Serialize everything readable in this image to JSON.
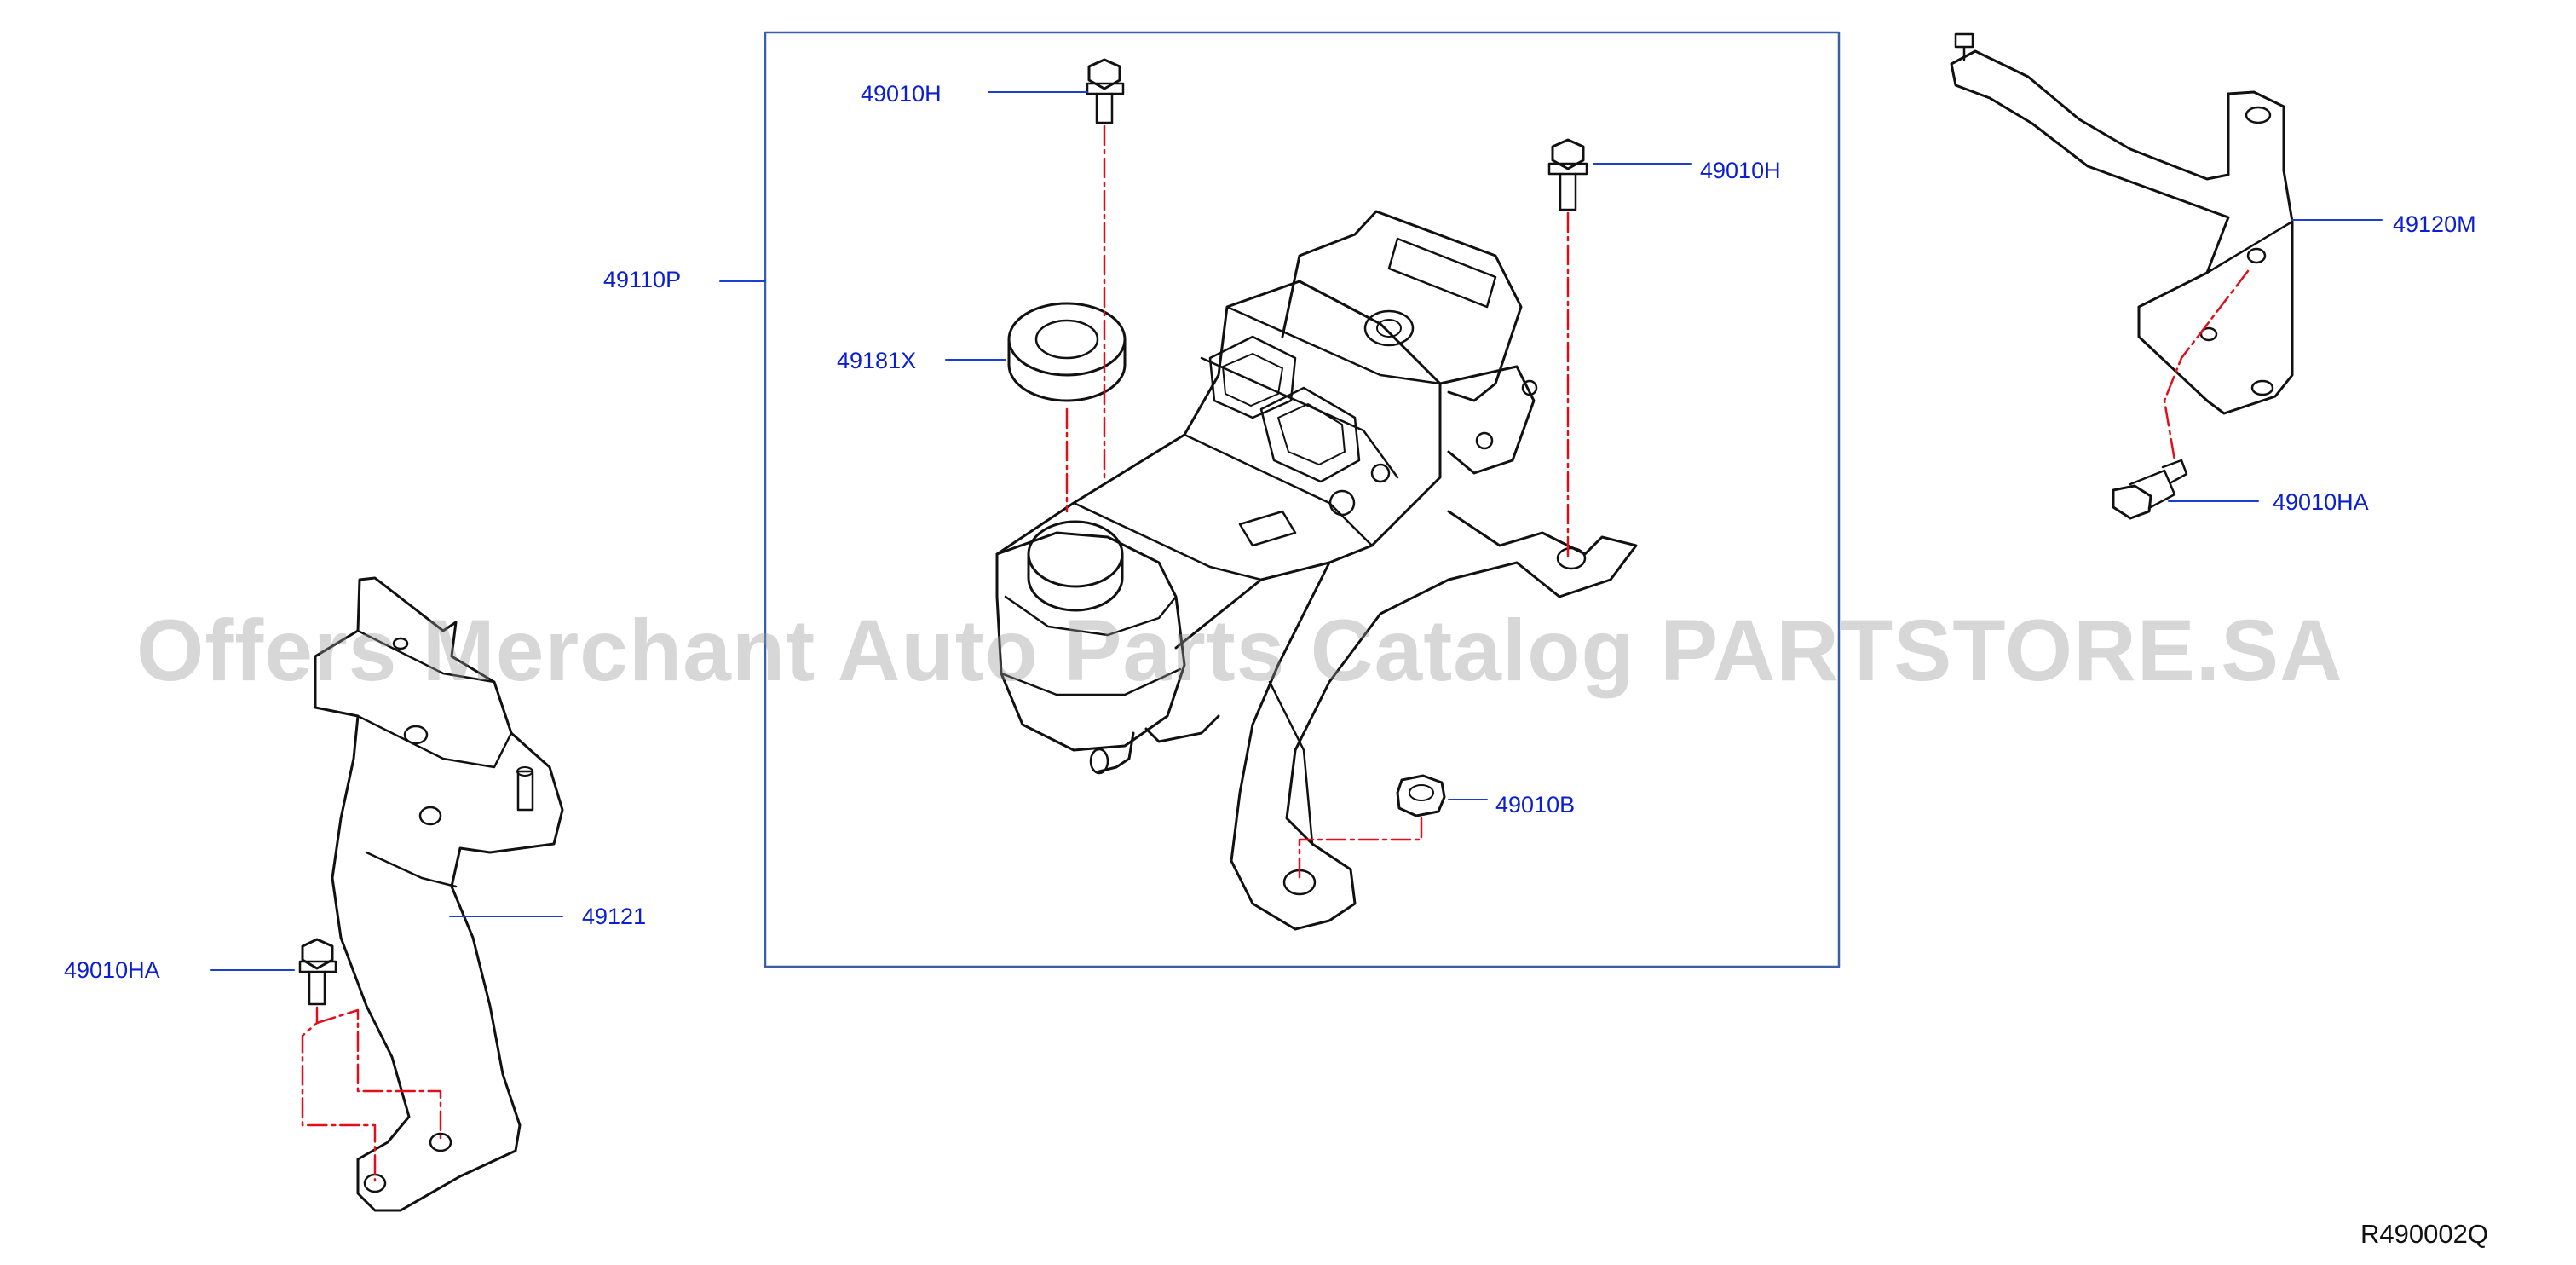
{
  "diagram": {
    "watermark": "Offers Merchant Auto Parts Catalog PARTSTORE.SA",
    "drawing_code": "R490002Q",
    "callouts": {
      "bolt_top_left": "49010H",
      "bolt_top_right": "49010H",
      "assembly": "49110P",
      "cap": "49181X",
      "nut": "49010B",
      "bracket_right": "49120M",
      "bolt_right": "49010HA",
      "bracket_left": "49121",
      "bolt_left": "49010HA"
    },
    "colors": {
      "label": "#0b1fd1",
      "leader": "#1b3fcf",
      "frame": "#3b5ea8",
      "centerline": "#e0101a",
      "outline": "#111111"
    }
  }
}
